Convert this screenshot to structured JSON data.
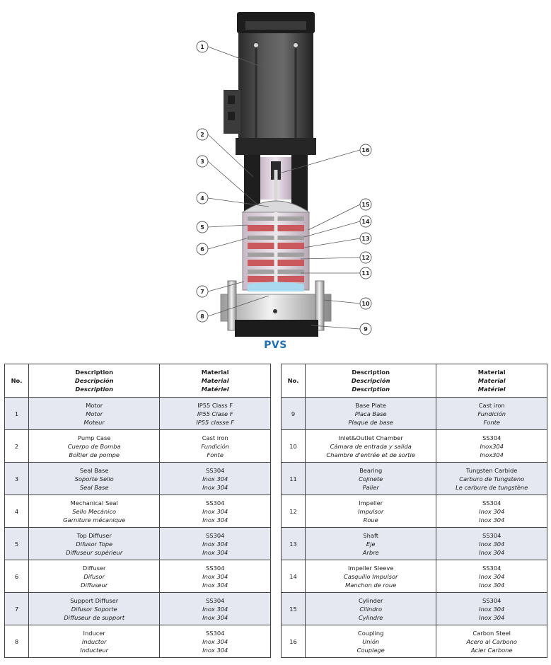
{
  "diagram": {
    "callouts": [
      "1",
      "2",
      "3",
      "4",
      "5",
      "6",
      "7",
      "8",
      "9",
      "10",
      "11",
      "12",
      "13",
      "14",
      "15",
      "16"
    ]
  },
  "model": "PVS",
  "table_header": {
    "no": "No.",
    "description": [
      "Description",
      "Descripción",
      "Description"
    ],
    "material": [
      "Material",
      "Material",
      "Matériel"
    ]
  },
  "parts": [
    {
      "no": "1",
      "desc": [
        "Motor",
        "Motor",
        "Moteur"
      ],
      "mat": [
        "IP55 Class F",
        "IP55 Clase F",
        "IP55 classe F"
      ]
    },
    {
      "no": "2",
      "desc": [
        "Pump Case",
        "Cuerpo de Bomba",
        "Boîtier de pompe"
      ],
      "mat": [
        "Cast iron",
        "Fundición",
        "Fonte"
      ]
    },
    {
      "no": "3",
      "desc": [
        "Seal Base",
        "Soporte Sello",
        "Seal Base"
      ],
      "mat": [
        "SS304",
        "Inox 304",
        "Inox 304"
      ]
    },
    {
      "no": "4",
      "desc": [
        "Mechanical Seal",
        "Sello Mecánico",
        "Garniture mécanique"
      ],
      "mat": [
        "SS304",
        "Inox 304",
        "Inox 304"
      ]
    },
    {
      "no": "5",
      "desc": [
        "Top Diffuser",
        "Difusor Tope",
        "Diffuseur supérieur"
      ],
      "mat": [
        "SS304",
        "Inox 304",
        "Inox 304"
      ]
    },
    {
      "no": "6",
      "desc": [
        "Diffuser",
        "Difusor",
        "Diffuseur"
      ],
      "mat": [
        "SS304",
        "Inox 304",
        "Inox 304"
      ]
    },
    {
      "no": "7",
      "desc": [
        "Support Diffuser",
        "Difusor Soporte",
        "Diffuseur de support"
      ],
      "mat": [
        "SS304",
        "Inox 304",
        "Inox 304"
      ]
    },
    {
      "no": "8",
      "desc": [
        "Inducer",
        "Inductor",
        "Inducteur"
      ],
      "mat": [
        "SS304",
        "Inox 304",
        "Inox 304"
      ]
    },
    {
      "no": "9",
      "desc": [
        "Base Plate",
        "Placa Base",
        "Plaque de base"
      ],
      "mat": [
        "Cast iron",
        "Fundición",
        "Fonte"
      ]
    },
    {
      "no": "10",
      "desc": [
        "Inlet&Outlet Chamber",
        "Cámara de entrada y salida",
        "Chambre d'entrée et de sortie"
      ],
      "mat": [
        "SS304",
        "Inox304",
        "Inox304"
      ]
    },
    {
      "no": "11",
      "desc": [
        "Bearing",
        "Cojinete",
        "Palier"
      ],
      "mat": [
        "Tungsten Carbide",
        "Carburo de Tungsteno",
        "Le carbure de tungstène"
      ]
    },
    {
      "no": "12",
      "desc": [
        "Impeller",
        "Impulsor",
        "Roue"
      ],
      "mat": [
        "SS304",
        "Inox 304",
        "Inox 304"
      ]
    },
    {
      "no": "13",
      "desc": [
        "Shaft",
        "Eje",
        "Arbre"
      ],
      "mat": [
        "SS304",
        "Inox 304",
        "Inox 304"
      ]
    },
    {
      "no": "14",
      "desc": [
        "Impeller Sleeve",
        "Casquillo Impulsor",
        "Manchon de roue"
      ],
      "mat": [
        "SS304",
        "Inox 304",
        "Inox 304"
      ]
    },
    {
      "no": "15",
      "desc": [
        "Cylinder",
        "Cilindro",
        "Cylindre"
      ],
      "mat": [
        "SS304",
        "Inox 304",
        "Inox 304"
      ]
    },
    {
      "no": "16",
      "desc": [
        "Coupling",
        "Unión",
        "Couplage"
      ],
      "mat": [
        "Carbon Steel",
        "Acero al Carbono",
        "Acier Carbone"
      ]
    }
  ]
}
